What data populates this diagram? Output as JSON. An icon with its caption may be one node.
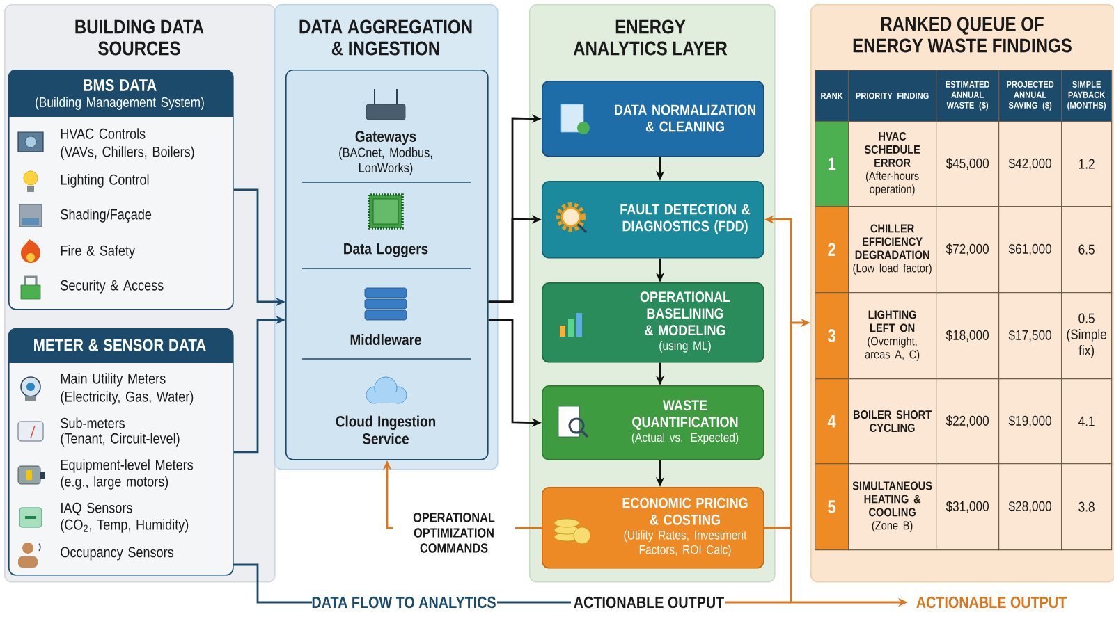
{
  "diagram": {
    "nodes": [
      {
        "text": [
          "BUILDING DATA SOURCES"
        ]
      },
      {
        "text": [
          "BMS DATA",
          "(Building Management System)",
          "HVAC Controls",
          "(VAVs, Chillers, Boilers)",
          "Lighting Control",
          "Shading/Façade",
          "Fire & Safety",
          "Security & Access"
        ],
        "in": 0
      },
      {
        "text": [
          "METER & SENSOR DATA",
          "Main Utility Meters",
          "(Electricity, Gas, Water)",
          "Sub-meters",
          "(Tenant, Circuit-level)",
          "Equipment-level Meters",
          "(e.g., large motors)",
          "IAQ Sensors",
          "(CO$_{2}$, Temp, Humidity)",
          "Occupancy Sensors"
        ],
        "in": 0
      },
      {
        "text": [
          "DATA AGGREGATION & INGESTION"
        ]
      },
      {
        "text": [
          "Gateways",
          "(BACnet, Modbus, LonWorks)",
          "Data Loggers",
          "Middleware",
          "Cloud Ingestion Service"
        ],
        "in": 3
      },
      {
        "text": [
          "ENERGY ANALYTICS LAYER"
        ]
      },
      {
        "text": [
          "DATA NORMALIZATION & CLEANING"
        ],
        "in": 5
      },
      {
        "text": [
          "FAULT DETECTION & DIAGNOSTICS (FDD)"
        ],
        "in": 5
      },
      {
        "text": [
          "OPERATIONAL BASELINING & MODELING",
          "(using ML)"
        ],
        "in": 5
      },
      {
        "text": [
          "WASTE QUANTIFICATION",
          "(Actual vs. Expected)"
        ],
        "in": 5
      },
      {
        "text": [
          "ECONOMIC PRICING & COSTING",
          "(Utility Rates, Investment Factors, ROI Calc)"
        ],
        "in": 5
      },
      {
        "text": [
          "RANKED QUEUE OF ENERGY WASTE FINDINGS"
        ]
      }
    ],
    "edges": [
      {
        "from": 1,
        "to": 4,
        "arrow": "to",
        "color": "#1b4a6b"
      },
      {
        "from": 2,
        "to": 4,
        "arrow": "to",
        "color": "#1b4a6b"
      },
      {
        "from": 4,
        "to": 6,
        "arrow": "to"
      },
      {
        "from": 4,
        "to": 7,
        "arrow": "to"
      },
      {
        "from": 4,
        "to": 9,
        "arrow": "to"
      },
      {
        "from": 6,
        "to": 7,
        "arrow": "to"
      },
      {
        "from": 7,
        "to": 8,
        "arrow": "to"
      },
      {
        "from": 8,
        "to": 9,
        "arrow": "to"
      },
      {
        "from": 9,
        "to": 10,
        "arrow": "to"
      },
      {
        "from": 10,
        "to": 7,
        "arrow": "to",
        "color": "#d9771f"
      },
      {
        "from": 10,
        "to": 11,
        "arrow": "to",
        "color": "#d9771f"
      },
      {
        "from": 10,
        "to": 4,
        "arrow": "to",
        "color": "#d9771f",
        "label": "OPERATIONAL OPTIMIZATION COMMANDS"
      }
    ],
    "labels": [
      "RANK",
      "PRIORITY FINDING",
      "ESTIMATED ANNUAL WASTE ($)",
      "PROJECTED ANNUAL SAVING ($)",
      "SIMPLE PAYBACK (MONTHS)",
      "1",
      "HVAC SCHEDULE ERROR",
      "(After-hours operation)",
      "$45,000",
      "$42,000",
      "1.2",
      "2",
      "CHILLER EFFICIENCY DEGRADATION",
      "(Low load factor)",
      "$72,000",
      "$61,000",
      "6.5",
      "3",
      "LIGHTING LEFT ON",
      "(Overnight, areas A, C)",
      "$18,000",
      "$17,500",
      "0.5 (Simple fix)",
      "4",
      "BOILER SHORT CYCLING",
      "$22,000",
      "$19,000",
      "4.1",
      "5",
      "SIMULTANEOUS HEATING & COOLING",
      "(Zone B)",
      "$31,000",
      "$28,000",
      "3.8",
      "DATA FLOW TO ANALYTICS",
      "ACTIONABLE OUTPUT",
      "ACTIONABLE OUTPUT"
    ]
  }
}
